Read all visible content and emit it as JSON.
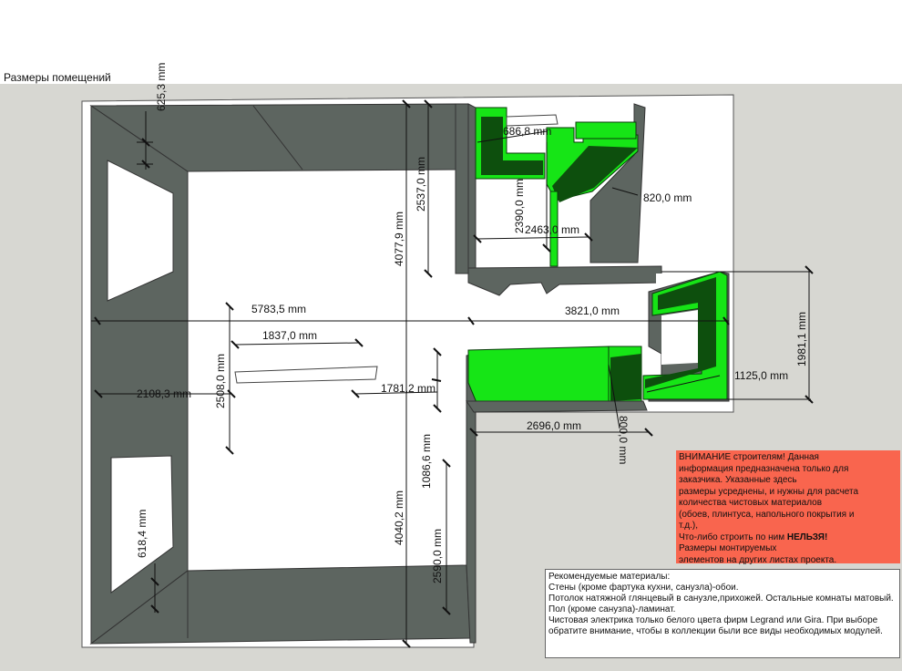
{
  "title": "Размеры помещений",
  "colors": {
    "wall": "#5d6560",
    "background": "#d7d7d2",
    "furniture": "#16e516",
    "furniture_dark": "#0d4f0d",
    "warning": "#f9654e"
  },
  "dimensions": {
    "d625": "625,3 mm",
    "d686": "686,8 mm",
    "d2537": "2537,0 mm",
    "d4077": "4077,9 mm",
    "d2390": "2390,0 mm",
    "d820": "820,0 mm",
    "d2463": "2463,0 mm",
    "d5783": "5783,5 mm",
    "d3821": "3821,0 mm",
    "d1981": "1981,1 mm",
    "d1837": "1837,0 mm",
    "d2508": "2508,0 mm",
    "d1781": "1781,2 mm",
    "d2108": "2108,3 mm",
    "d1125": "1125,0 mm",
    "d2696": "2696,0 mm",
    "d800": "800,0 mm",
    "d1086": "1086,6 mm",
    "d4040": "4040,2 mm",
    "d2590": "2590,0 mm",
    "d618": "618,4 mm"
  },
  "warning": {
    "line1": "ВНИМАНИЕ строителям! Данная",
    "line2": "информация предназначена только для",
    "line3": "заказчика. Указанные здесь",
    "line4": "размеры усреднены, и нужны для расчета",
    "line5": "количества чистовых материалов",
    "line6": "(обоев, плинтуса, напольного покрытия и",
    "line7": "т.д.),",
    "line8_prefix": "Что-либо строить по ним ",
    "line8_bold": "НЕЛЬЗЯ!",
    "line9": "Размеры монтируемых",
    "line10": "элементов на других листах проекта."
  },
  "materials": {
    "line1": "Рекомендуемые материалы:",
    "line2": "Стены (кроме фартука кухни, санузла)-обои.",
    "line3": "Потолок натяжной глянцевый в санузле,прихожей. Остальные комнаты матовый.",
    "line4": "Пол (кроме санузпа)-ламинат.",
    "line5": "Чистовая электрика только белого цвета фирм Legrand или Gira. При выборе обратите внимание, чтобы в коллекции были все виды необходимых модулей."
  }
}
